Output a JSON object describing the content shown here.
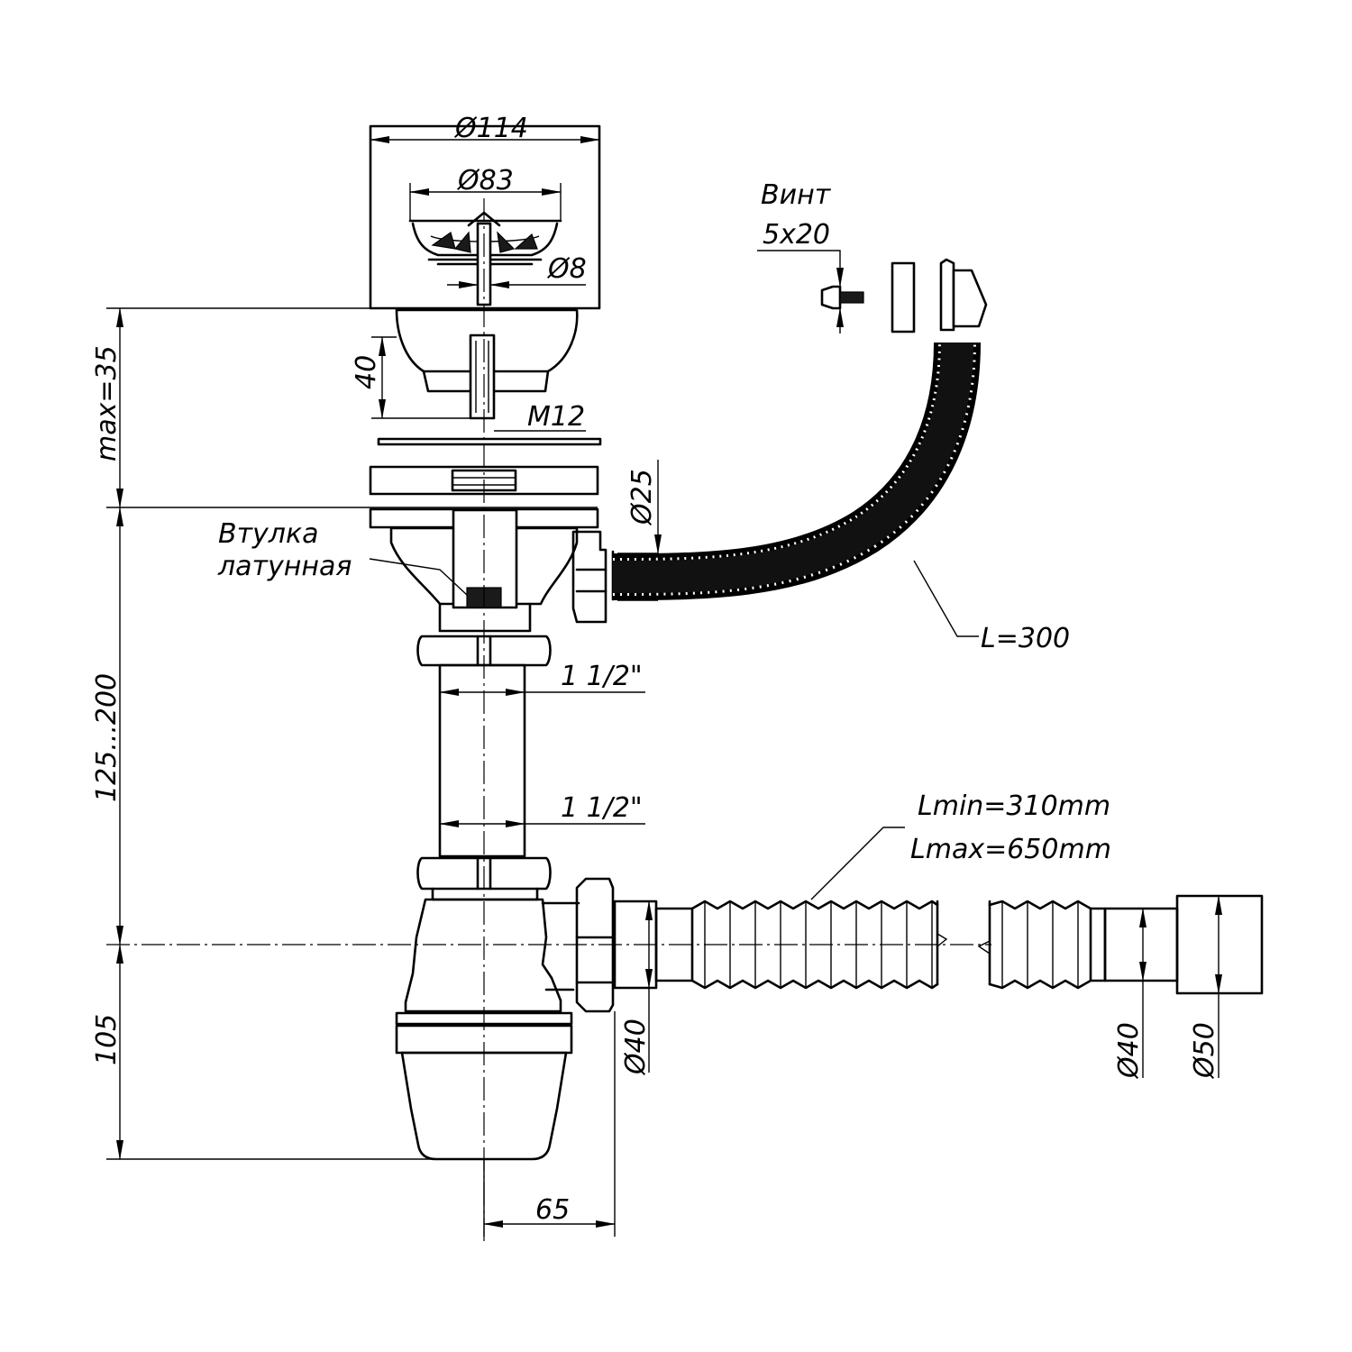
{
  "labels": {
    "d114": "Ø114",
    "d83": "Ø83",
    "d8": "Ø8",
    "h40": "40",
    "m12": "M12",
    "max35": "max=35",
    "d25": "Ø25",
    "vint": "Винт",
    "vint_size": "5x20",
    "l300": "L=300",
    "vtulka1": "Втулка",
    "vtulka2": "латунная",
    "inch_top": "1 1/2\"",
    "inch_bottom": "1 1/2\"",
    "h125_200": "125...200",
    "lmin": "Lmin=310mm",
    "lmax": "Lmax=650mm",
    "d40_left": "Ø40",
    "d40_right": "Ø40",
    "d50": "Ø50",
    "h105": "105",
    "w65": "65"
  },
  "icons": {
    "arrowhead": "arrow-marker"
  }
}
